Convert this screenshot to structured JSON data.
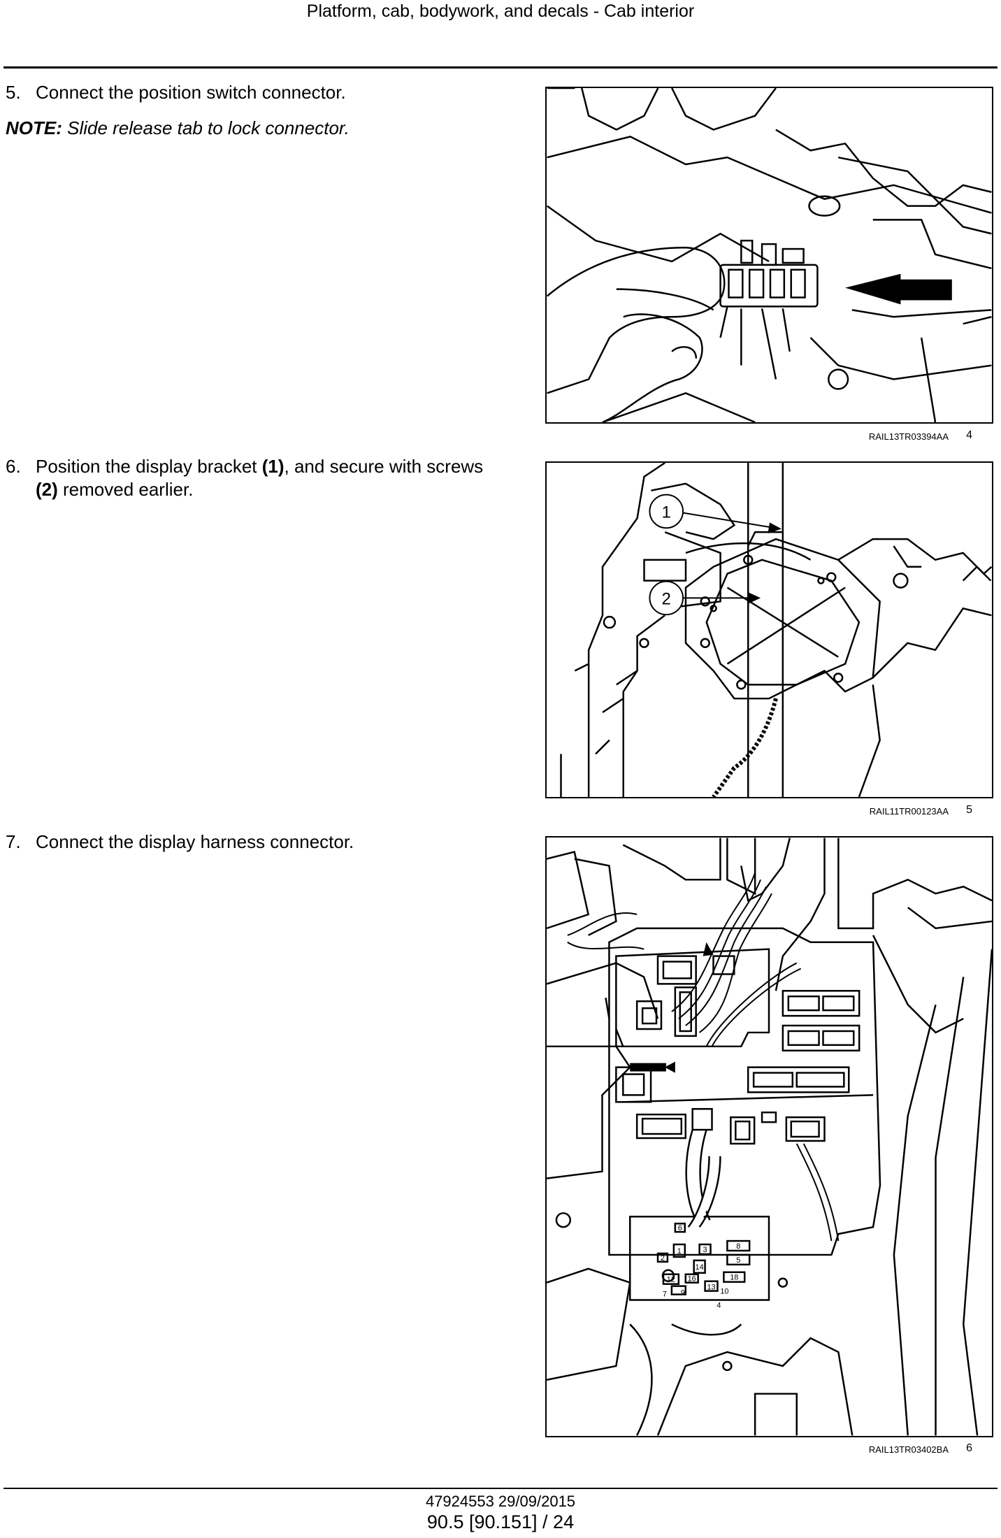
{
  "header": {
    "title": "Platform, cab, bodywork, and decals - Cab interior"
  },
  "steps": [
    {
      "num": "5.",
      "text": "Connect the position switch connector."
    },
    {
      "num": "6.",
      "text_parts": [
        "Position the display bracket ",
        "(1)",
        ", and secure with screws ",
        "(2)",
        " removed earlier."
      ]
    },
    {
      "num": "7.",
      "text": "Connect the display harness connector."
    }
  ],
  "note": {
    "label": "NOTE:",
    "text": " Slide release tab to lock connector."
  },
  "figures": [
    {
      "code": "RAIL13TR03394AA",
      "number": "4"
    },
    {
      "code": "RAIL11TR00123AA",
      "number": "5",
      "callouts": [
        "1",
        "2"
      ]
    },
    {
      "code": "RAIL13TR03402BA",
      "number": "6",
      "fuse_labels": [
        "6",
        "1",
        "2",
        "3",
        "8",
        "5",
        "14",
        "12",
        "16",
        "18",
        "7",
        "9",
        "13",
        "10",
        "4"
      ]
    }
  ],
  "footer": {
    "doc_id": "47924553 29/09/2015",
    "page_ref": "90.5 [90.151] / 24"
  }
}
